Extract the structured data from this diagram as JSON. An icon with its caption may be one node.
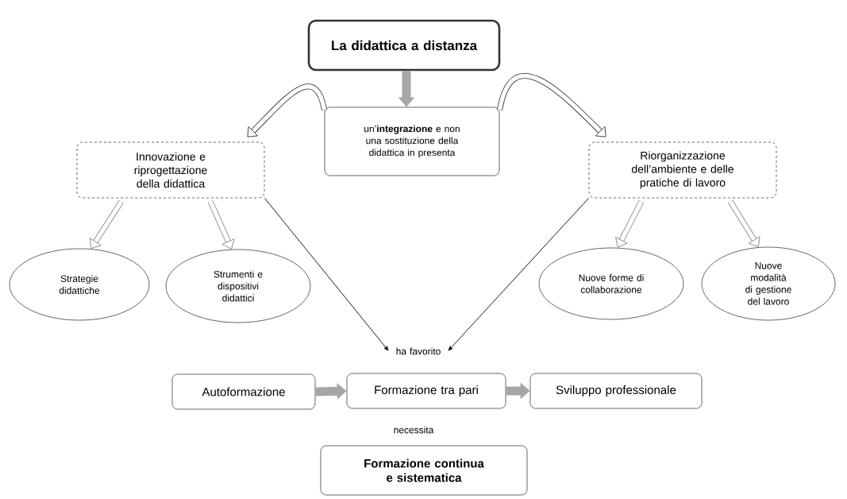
{
  "diagram": {
    "nodes": [
      {
        "text": [
          "La didattica a distanza"
        ]
      },
      {
        "text": [
          "un’**integrazione** e non una sostituzione della didattica in presenta"
        ]
      },
      {
        "text": [
          "Innovazione e riprogettazione della didattica"
        ]
      },
      {
        "text": [
          "Riorganizzazione dell’ambiente e delle pratiche di lavoro"
        ]
      },
      {
        "text": [
          "Strategie didattiche"
        ]
      },
      {
        "text": [
          "Strumenti e dispositivi didattici"
        ]
      },
      {
        "text": [
          "Nuove forme di collaborazione"
        ]
      },
      {
        "text": [
          "Nuove modalità di gestione del lavoro"
        ]
      },
      {
        "text": [
          "ha favorito"
        ]
      },
      {
        "text": [
          "Autoformazione"
        ]
      },
      {
        "text": [
          "Formazione tra pari"
        ]
      },
      {
        "text": [
          "Sviluppo professionale"
        ]
      },
      {
        "text": [
          "Formazione continua e sistematica"
        ]
      }
    ],
    "edges": [
      {
        "from": 0,
        "to": 1,
        "arrow": "to",
        "color": "#a6a6a6"
      },
      {
        "from": 1,
        "to": 2,
        "arrow": "to"
      },
      {
        "from": 1,
        "to": 3,
        "arrow": "to"
      },
      {
        "from": 2,
        "to": 4,
        "arrow": "to"
      },
      {
        "from": 2,
        "to": 5,
        "arrow": "to"
      },
      {
        "from": 3,
        "to": 6,
        "arrow": "to"
      },
      {
        "from": 3,
        "to": 7,
        "arrow": "to"
      },
      {
        "from": 2,
        "to": 8,
        "arrow": "to",
        "color": "#000000"
      },
      {
        "from": 3,
        "to": 8,
        "arrow": "to",
        "color": "#000000"
      },
      {
        "from": 9,
        "to": 10,
        "arrow": "to",
        "color": "#a6a6a6"
      },
      {
        "from": 10,
        "to": 11,
        "arrow": "to",
        "color": "#a6a6a6"
      }
    ],
    "labels": [
      "necessita"
    ]
  }
}
